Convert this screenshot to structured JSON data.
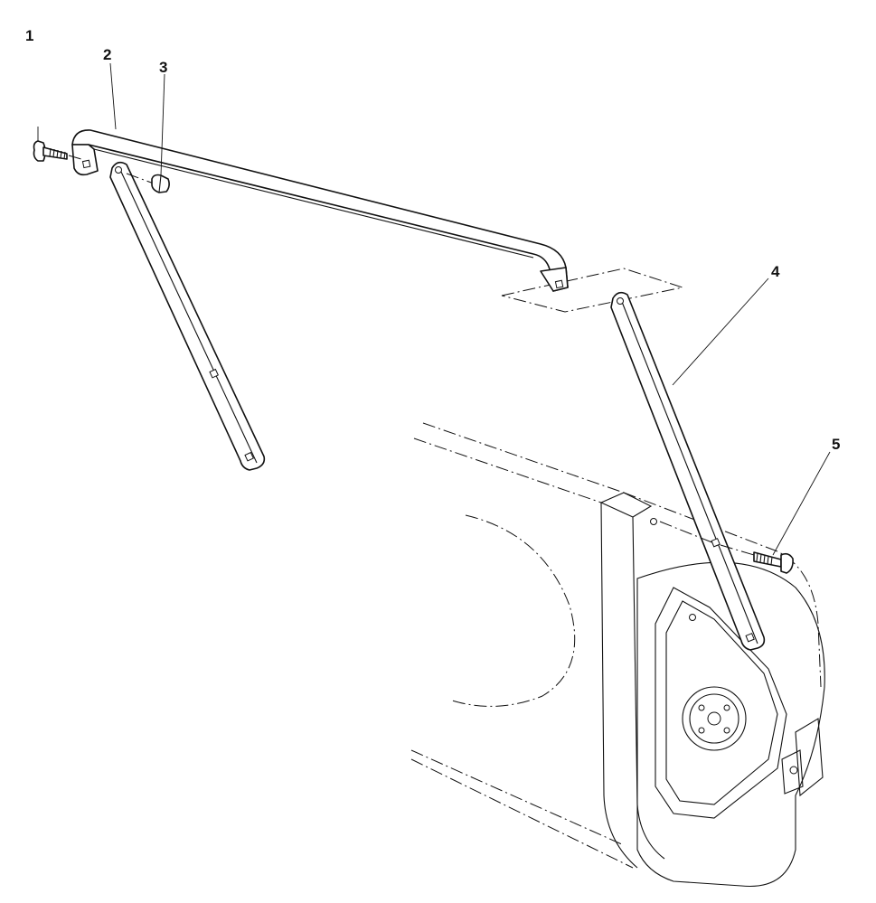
{
  "diagram": {
    "callouts": [
      {
        "id": "1",
        "label": "1"
      },
      {
        "id": "2",
        "label": "2"
      },
      {
        "id": "3",
        "label": "3"
      },
      {
        "id": "4",
        "label": "4"
      },
      {
        "id": "5",
        "label": "5"
      }
    ],
    "parts": [
      {
        "callout": "1",
        "name": "carriage-bolt-left"
      },
      {
        "callout": "2",
        "name": "upper-handle-bar"
      },
      {
        "callout": "3",
        "name": "hex-nut"
      },
      {
        "callout": "4",
        "name": "brace-strap-right"
      },
      {
        "callout": "5",
        "name": "carriage-bolt-right"
      }
    ],
    "colors": {
      "line": "#111111",
      "background": "#ffffff"
    }
  }
}
